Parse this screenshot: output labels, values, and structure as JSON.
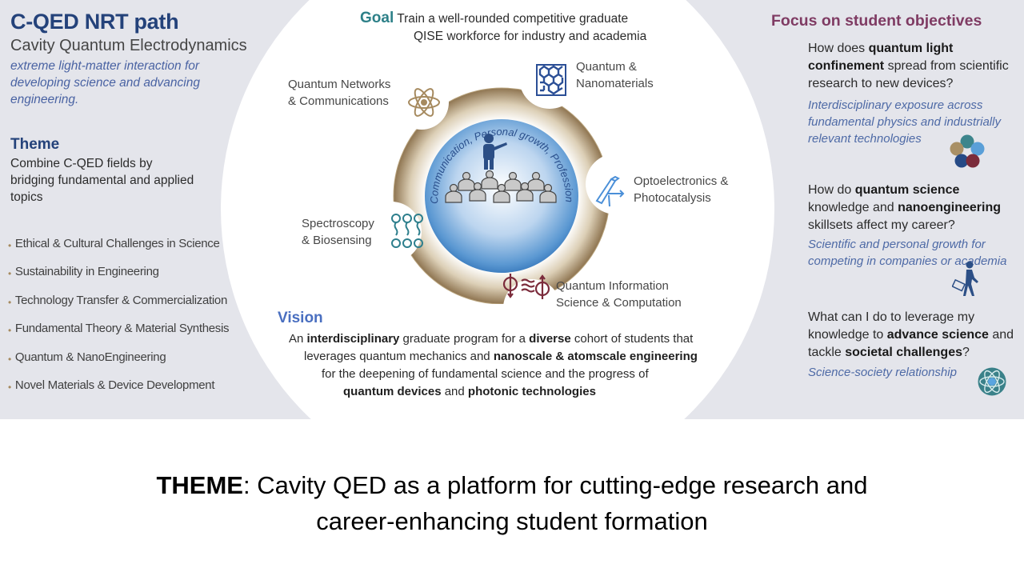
{
  "left": {
    "title": "C-QED NRT path",
    "subtitle": "Cavity Quantum Electrodynamics",
    "tagline": "extreme light-matter interaction for developing science and advancing engineering.",
    "theme_heading": "Theme",
    "theme_text": "Combine C-QED fields by bridging fundamental and applied topics",
    "topics": [
      "Ethical & Cultural Challenges in Science",
      "Sustainability in Engineering",
      "Technology Transfer & Commercialization",
      "Fundamental Theory & Material Synthesis",
      "Quantum & NanoEngineering",
      "Novel Materials & Device Development"
    ],
    "bullet": "•"
  },
  "center": {
    "goal_label": "Goal",
    "goal_line1": "Train a well-rounded competitive graduate",
    "goal_line2": "QISE workforce for industry and academia",
    "ring_text": "Communication, Personal growth, Professional Development",
    "nodes": {
      "networks": {
        "line1": "Quantum Networks",
        "line2": "& Communications",
        "icon": "atom-icon"
      },
      "nanomaterials": {
        "line1": "Quantum &",
        "line2": "Nanomaterials",
        "icon": "hexagon-lattice-icon"
      },
      "optoelectronics": {
        "line1": "Optoelectronics &",
        "line2": "Photocatalysis",
        "icon": "solar-panel-icon"
      },
      "spectroscopy": {
        "line1": "Spectroscopy",
        "line2": "& Biosensing",
        "icon": "molecule-chain-icon"
      },
      "qis": {
        "line1": "Quantum Information",
        "line2": "Science & Computation",
        "icon": "qubit-spin-icon"
      }
    },
    "vision_heading": "Vision",
    "vision": {
      "l1_a": "An ",
      "l1_b": "interdisciplinary",
      "l1_c": " graduate program for a ",
      "l1_d": "diverse",
      "l1_e": " cohort of students that",
      "l2_a": "leverages quantum mechanics and ",
      "l2_b": "nanoscale & atomscale engineering",
      "l3": "for the deepening of fundamental science and the progress of",
      "l4_a": "quantum devices",
      "l4_b": " and ",
      "l4_c": "photonic technologies"
    }
  },
  "right": {
    "heading": "Focus on student objectives",
    "q1": {
      "a": "How does ",
      "b": "quantum light confinement",
      "c": " spread from scientific research to new devices?"
    },
    "a1": "Interdisciplinary exposure across fundamental physics and industrially relevant technologies",
    "q2": {
      "a": "How do ",
      "b": "quantum science",
      "c": " knowledge and ",
      "d": "nanoengineering",
      "e": " skillsets  affect my career?"
    },
    "a2": "Scientific and personal growth for competing in companies or academia",
    "q3": {
      "a": "What can I do to leverage my knowledge to ",
      "b": "advance science",
      "c": " and tackle ",
      "d": "societal challenges",
      "e": "?"
    },
    "a3": "Science-society relationship"
  },
  "footer": {
    "label": "THEME",
    "text": ": Cavity QED as a platform for cutting-edge research and",
    "text2": "career-enhancing student formation"
  },
  "colors": {
    "navy": "#24427a",
    "teal": "#2d8088",
    "plum": "#7f3b63",
    "gold": "#a68a5f",
    "panel": "#e4e5eb"
  }
}
